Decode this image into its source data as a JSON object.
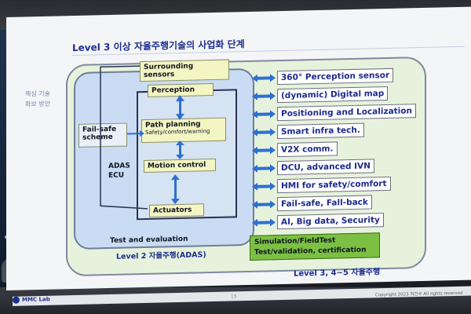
{
  "slide": {
    "title": "Level 3 이상 자율주행기술의 사업화 단계",
    "side_note_line1": "핵심 기술",
    "side_note_line2": "확보 방안"
  },
  "left_panel": {
    "surrounding_sensors": "Surrounding sensors",
    "perception": "Perception",
    "path_planning": "Path planning",
    "path_planning_sub": "Safety/comfort/warning",
    "motion_control": "Motion control",
    "actuators": "Actuators",
    "failsafe_line1": "Fail-safe",
    "failsafe_line2": "scheme",
    "adas_line1": "ADAS",
    "adas_line2": "ECU",
    "test_eval": "Test and evaluation",
    "level2_label": "Level 2 자율주행(ADAS)"
  },
  "right_panel": {
    "items": [
      {
        "label": "360° Perception sensor"
      },
      {
        "label": "(dynamic) Digital map"
      },
      {
        "label": "Positioning and Localization"
      },
      {
        "label": "Smart infra tech."
      },
      {
        "label": "V2X comm."
      },
      {
        "label": "DCU, advanced IVN"
      },
      {
        "label": "HMI for safety/comfort"
      },
      {
        "label": "Fail-safe, Fall-back"
      },
      {
        "label": "AI, Big data, Security"
      }
    ],
    "green_line1": "Simulation/FieldTest",
    "green_line2": "Test/validation, certification",
    "level3_label": "Level 3, 4~5 자율주행"
  },
  "footer": {
    "lab": "MMC Lab",
    "page": "15",
    "copyright": "Copyright 2023 허건수 All rights reserved"
  },
  "colors": {
    "title_blue": "#1b2f8f",
    "arrow_blue": "#2e6fd1",
    "green": "#7bc043"
  }
}
